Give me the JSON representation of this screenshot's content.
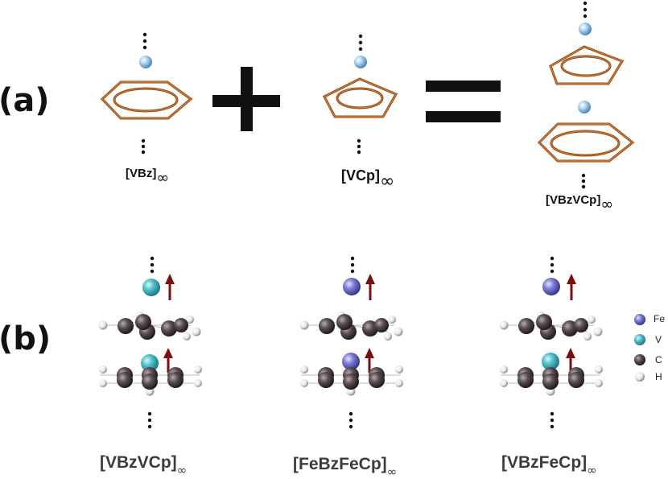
{
  "panel_a": {
    "label": "(a)",
    "labels": {
      "vbz": {
        "main": "[VBz]",
        "sub": "∞"
      },
      "vcp": {
        "main": "[VCp]",
        "sub": "∞"
      },
      "vbzvcp": {
        "main": "[VBzVCp]",
        "sub": "∞"
      }
    },
    "operators": [
      "+",
      "="
    ]
  },
  "panel_b": {
    "label": "(b)",
    "structures": [
      {
        "name": "[VBzVCp]",
        "sub": "∞",
        "top_metal": "V",
        "bottom_metal": "V"
      },
      {
        "name": "[FeBzFeCp]",
        "sub": "∞",
        "top_metal": "Fe",
        "bottom_metal": "Fe"
      },
      {
        "name": "[VBzFeCp]",
        "sub": "∞",
        "top_metal": "Fe",
        "bottom_metal": "V"
      }
    ]
  },
  "legend": [
    {
      "element": "Fe",
      "color": "#7b7bd6"
    },
    {
      "element": "V",
      "color": "#4fc0cc"
    },
    {
      "element": "C",
      "color": "#5a4f52"
    },
    {
      "element": "H",
      "color": "#e8e8e8"
    }
  ],
  "colors": {
    "ring": "#c0651e",
    "ring_dark": "#8a4512",
    "spin_arrow": "#7a0f0f",
    "atom_light_blue": "#9cc9ec"
  }
}
